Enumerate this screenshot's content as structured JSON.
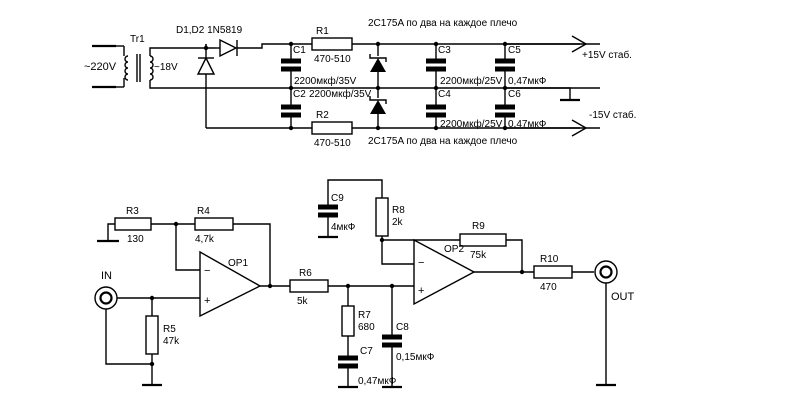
{
  "power": {
    "mains": "~220V",
    "tr1": "Tr1",
    "secondary": "~18V",
    "diodes": "D1,D2 1N5819",
    "c1": "C1",
    "c1_val": "2200мкф/35V",
    "c2": "C2",
    "c2_val": "2200мкф/35V",
    "r1": "R1",
    "r1_val": "470-510",
    "r2": "R2",
    "r2_val": "470-510",
    "zener_top": "2C175A по два на каждое плечо",
    "zener_bot": "2C175A по два на каждое плечо",
    "c3": "C3",
    "c3_val": "2200мкф/25V",
    "c4": "C4",
    "c4_val": "2200мкф/25V",
    "c5": "C5",
    "c5_val": "0,47мкФ",
    "c6": "C6",
    "c6_val": "0,47мкФ",
    "out_pos": "+15V стаб.",
    "out_neg": "-15V стаб."
  },
  "amp": {
    "r3": "R3",
    "r3_val": "130",
    "r4": "R4",
    "r4_val": "4,7k",
    "op1": "OP1",
    "in_label": "IN",
    "r5": "R5",
    "r5_val": "47k",
    "r6": "R6",
    "r6_val": "5k",
    "r7": "R7",
    "r7_val": "680",
    "c7": "C7",
    "c7_val": "0,47мкФ",
    "c8": "C8",
    "c8_val": "0,15мкФ",
    "c9": "C9",
    "c9_val": "4мкФ",
    "r8": "R8",
    "r8_val": "2k",
    "r9": "R9",
    "r9_val": "75k",
    "op2": "OP2",
    "r10": "R10",
    "r10_val": "470",
    "out_label": "OUT",
    "minus": "−",
    "plus": "+"
  }
}
